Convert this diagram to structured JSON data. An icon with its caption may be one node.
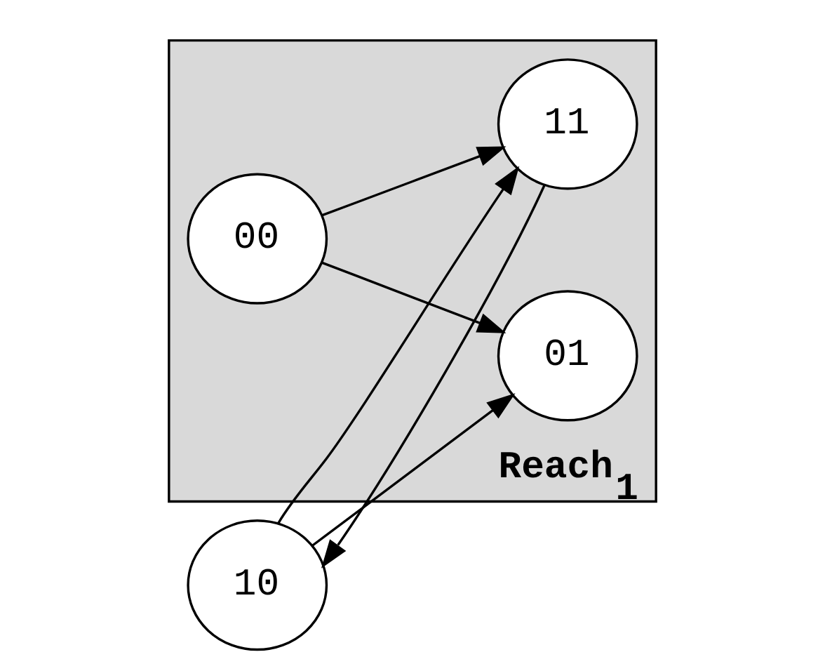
{
  "diagram": {
    "nodes": [
      {
        "text": [
          "Reach$_{1}$"
        ]
      },
      {
        "text": [
          "00"
        ],
        "in": 0
      },
      {
        "text": [
          "01"
        ],
        "in": 0
      },
      {
        "text": [
          "10"
        ]
      },
      {
        "text": [
          "11"
        ],
        "in": 0
      }
    ],
    "edges": [
      {
        "from": 1,
        "to": 2,
        "arrow": "to"
      },
      {
        "from": 1,
        "to": 4,
        "arrow": "to"
      },
      {
        "from": 3,
        "to": 2,
        "arrow": "to"
      },
      {
        "from": 3,
        "to": 4,
        "arrow": "to"
      },
      {
        "from": 4,
        "to": 3,
        "arrow": "to"
      }
    ]
  }
}
